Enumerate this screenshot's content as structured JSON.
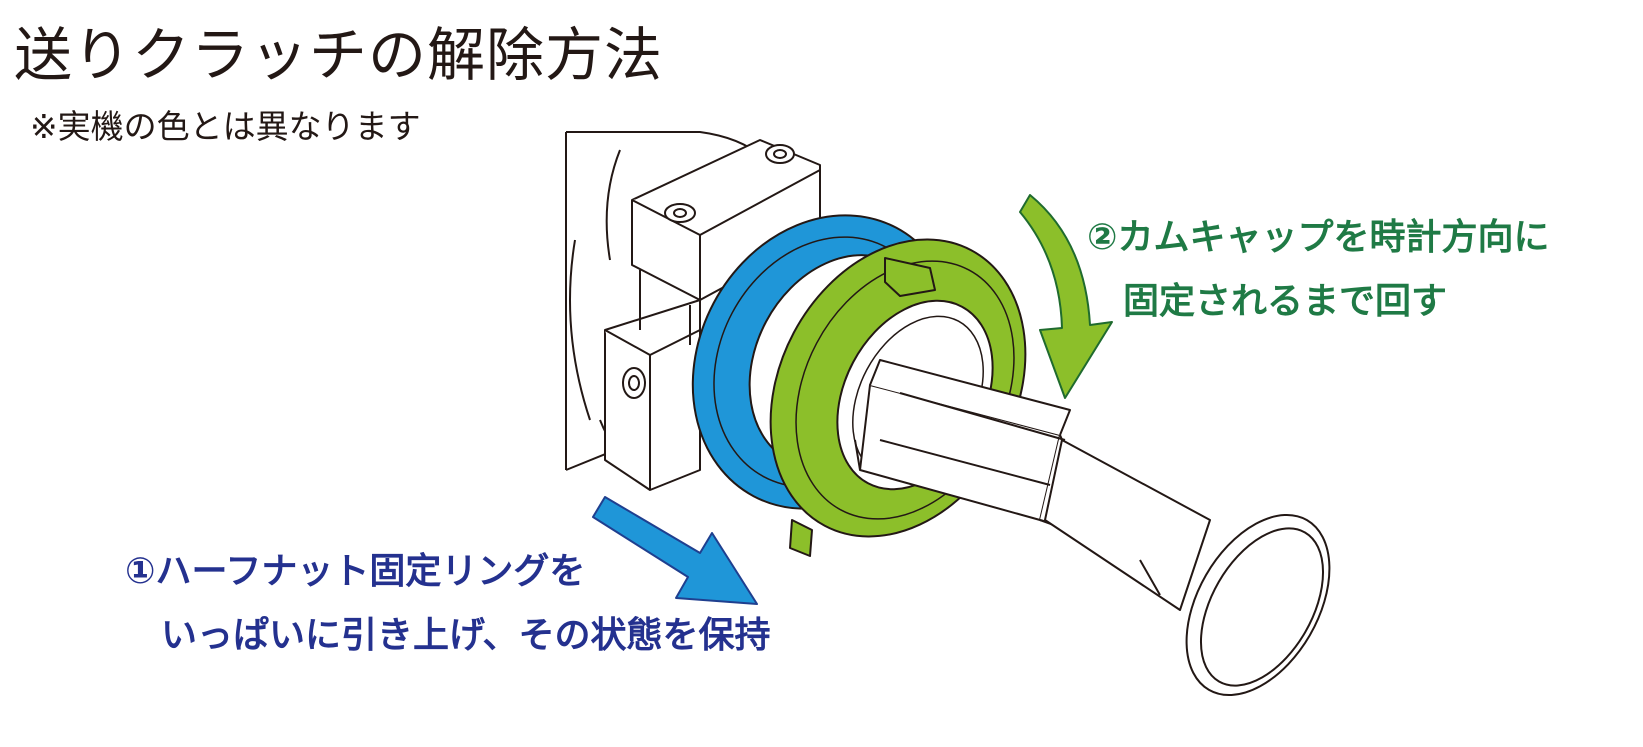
{
  "title": "送りクラッチの解除方法",
  "note": "※実機の色とは異なります",
  "step2": {
    "line1": "②カムキャップを時計方向に",
    "line2": "固定されるまで回す"
  },
  "step1": {
    "line1": "①ハーフナット固定リングを",
    "line2": "いっぱいに引き上げ、その状態を保持"
  },
  "colors": {
    "title_text": "#231815",
    "ring_blue": "#1f96d8",
    "cam_green": "#8cbf2a",
    "step1_text": "#24318f",
    "step1_arrow": "#1f96d8",
    "step2_text": "#1f7a45",
    "step2_arrow": "#8cbf2a"
  },
  "icons": {
    "step1_arrow": "arrow-down-right-icon",
    "step2_arrow": "curved-arrow-clockwise-icon"
  }
}
